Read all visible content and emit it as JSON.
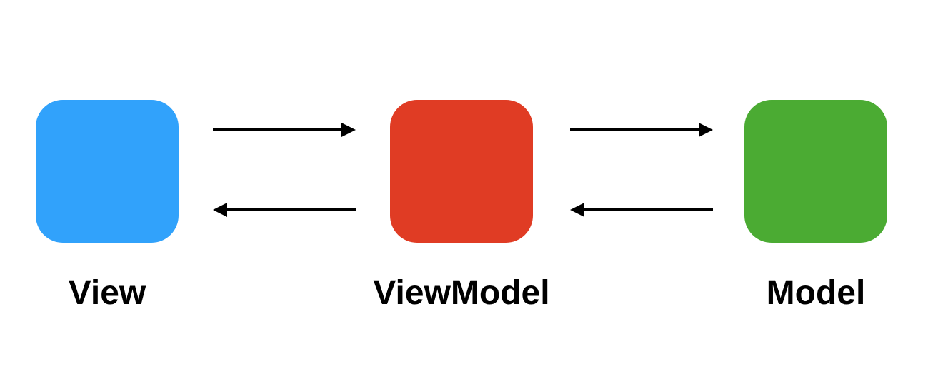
{
  "nodes": [
    {
      "id": "view",
      "label": "View",
      "color": "#31a2fb"
    },
    {
      "id": "viewmodel",
      "label": "ViewModel",
      "color": "#e03c24"
    },
    {
      "id": "model",
      "label": "Model",
      "color": "#4bab33"
    }
  ],
  "edges": [
    {
      "from": "view",
      "to": "viewmodel"
    },
    {
      "from": "viewmodel",
      "to": "view"
    },
    {
      "from": "viewmodel",
      "to": "model"
    },
    {
      "from": "model",
      "to": "viewmodel"
    }
  ],
  "arrow_color": "#000000"
}
